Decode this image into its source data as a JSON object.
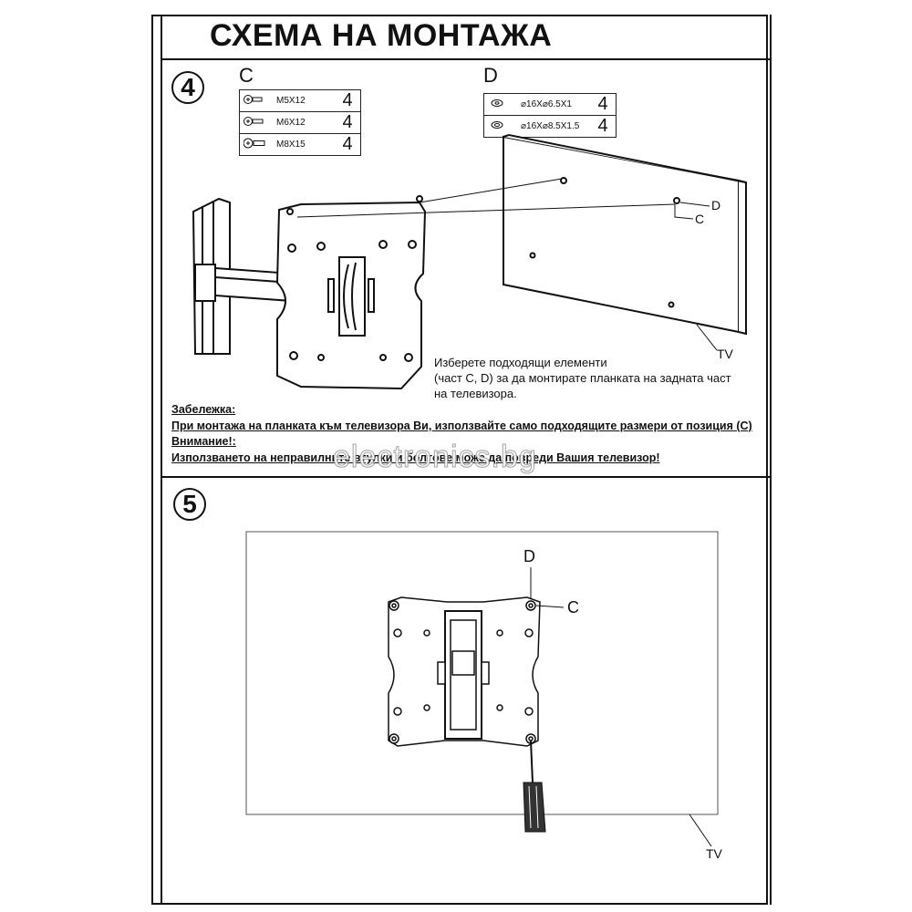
{
  "title": "СХЕМА НА МОНТАЖА",
  "step4": {
    "number": "4",
    "group_c": {
      "label": "C",
      "parts": [
        {
          "size": "M5X12",
          "qty": "4",
          "icon": "screw-icon"
        },
        {
          "size": "M6X12",
          "qty": "4",
          "icon": "screw-icon"
        },
        {
          "size": "M8X15",
          "qty": "4",
          "icon": "screw-icon"
        }
      ]
    },
    "group_d": {
      "label": "D",
      "parts": [
        {
          "size": "⌀16X⌀6.5X1",
          "qty": "4",
          "icon": "washer-icon"
        },
        {
          "size": "⌀16X⌀8.5X1.5",
          "qty": "4",
          "icon": "washer-icon"
        }
      ]
    },
    "callout_d": "D",
    "callout_c": "C",
    "tv_label": "TV",
    "instruction": [
      "Изберете подходящи елементи",
      " (част C, D) за да монтирате планката на задната част",
      "на телевизора."
    ]
  },
  "notes": [
    "Забележка:",
    "При монтажа на планката към телевизора Ви,  използвайте само подходящите размери от позиция (C)",
    "Внимание!:",
    "Използването на неправилните втулки и болтове може да повреди Вашия телевизор!"
  ],
  "watermark": "electronics.bg",
  "step5": {
    "number": "5",
    "callout_d": "D",
    "callout_c": "C",
    "tv_label": "TV"
  }
}
